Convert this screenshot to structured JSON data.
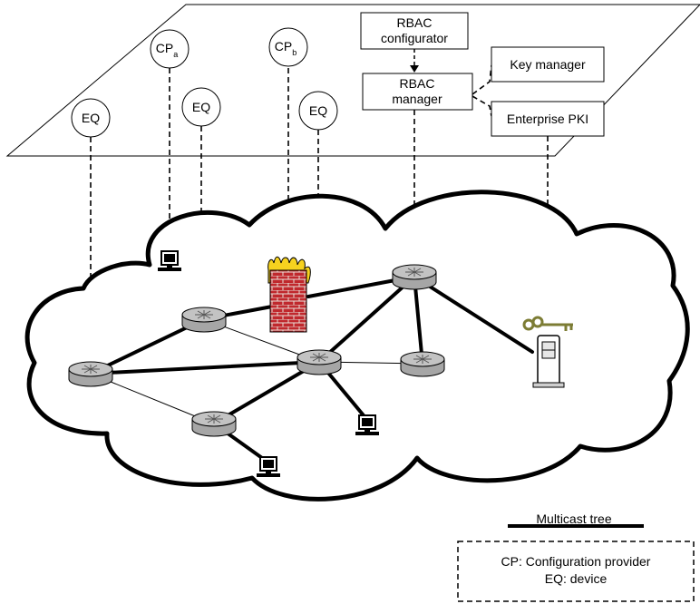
{
  "nodes": {
    "cp_a": {
      "base": "CP",
      "sub": "a"
    },
    "cp_b": {
      "base": "CP",
      "sub": "b"
    },
    "eq_left": "EQ",
    "eq_mid": "EQ",
    "eq_right": "EQ"
  },
  "boxes": {
    "rbac_configurator": [
      "RBAC",
      "configurator"
    ],
    "rbac_manager": [
      "RBAC",
      "manager"
    ],
    "key_manager": "Key manager",
    "enterprise_pki": "Enterprise PKI"
  },
  "legend": {
    "multicast_tree": "Multicast tree",
    "cp_def": "CP: Configuration provider",
    "eq_def": "EQ: device"
  },
  "colors": {
    "router_fill": "#a6a6a6",
    "firewall_brick": "#c0282d",
    "flame": "#f6d21f",
    "key": "#8a8a3a"
  }
}
